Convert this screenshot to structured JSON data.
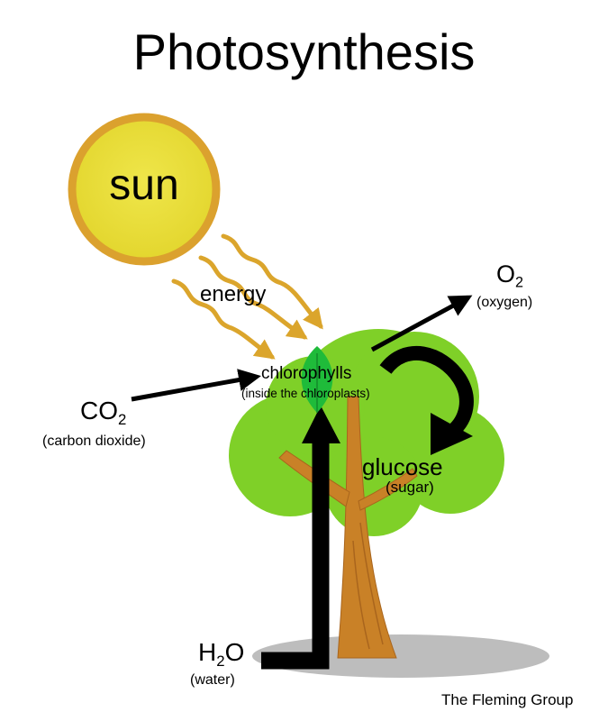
{
  "title": "Photosynthesis",
  "sun": {
    "label": "sun"
  },
  "energy": {
    "label": "energy"
  },
  "chlorophylls": {
    "label": "chlorophylls",
    "note": "(inside the chloroplasts)"
  },
  "carbon_dioxide": {
    "formula_base": "CO",
    "formula_sub": "2",
    "note": "(carbon dioxide)"
  },
  "oxygen": {
    "formula_base": "O",
    "formula_sub": "2",
    "note": "(oxygen)"
  },
  "glucose": {
    "label": "glucose",
    "note": "(sugar)"
  },
  "water": {
    "formula_h": "H",
    "formula_sub": "2",
    "formula_o": "O",
    "note": "(water)"
  },
  "credit": "The Fleming Group",
  "colors": {
    "sun_fill": "#e7dc36",
    "sun_ring": "#dba12e",
    "ray": "#dba52c",
    "foliage": "#7fd028",
    "leaf": "#1fbb3a",
    "trunk": "#c98127",
    "shadow": "#bdbdbd",
    "arrow": "#000000"
  }
}
